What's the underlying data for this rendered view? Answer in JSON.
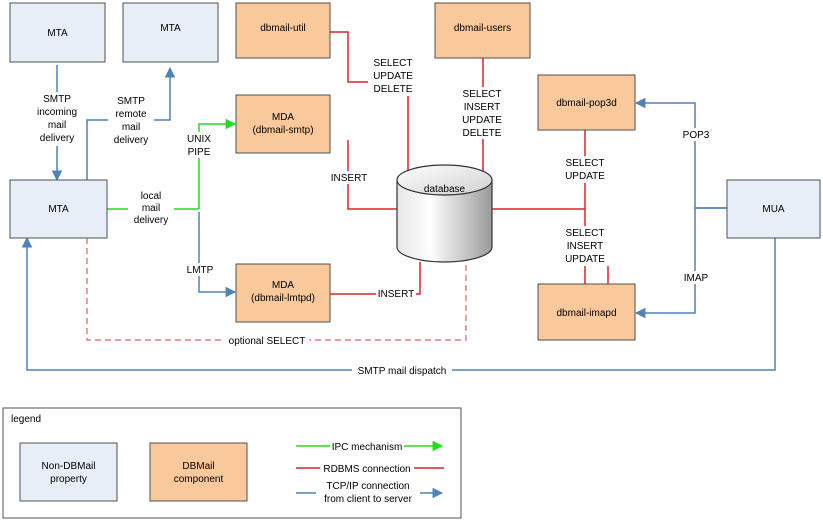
{
  "colors": {
    "non_dbmail_fill": "#E8EEF8",
    "dbmail_fill": "#F9C89B",
    "box_stroke": "#505050",
    "ipc": "#22DD22",
    "rdbms": "#E0202A",
    "tcpip": "#4F81BD",
    "optional": "#E56060"
  },
  "nodes": {
    "mta_top_left": "MTA",
    "mta_top_mid": "MTA",
    "mta_main": "MTA",
    "dbmail_util": "dbmail-util",
    "dbmail_users": "dbmail-users",
    "mda_smtp": [
      "MDA",
      "(dbmail-smtp)"
    ],
    "mda_lmtpd": [
      "MDA",
      "(dbmail-lmtpd)"
    ],
    "database": "database",
    "dbmail_pop3d": "dbmail-pop3d",
    "dbmail_imapd": "dbmail-imapd",
    "mua": "MUA"
  },
  "edge_labels": {
    "smtp_incoming": [
      "SMTP",
      "incoming",
      "mail",
      "delivery"
    ],
    "smtp_remote": [
      "SMTP",
      "remote",
      "mail",
      "delivery"
    ],
    "local_mail": [
      "local",
      "mail",
      "delivery"
    ],
    "unix_pipe": [
      "UNIX",
      "PIPE"
    ],
    "lmtp": "LMTP",
    "util_ops": [
      "SELECT",
      "UPDATE",
      "DELETE"
    ],
    "users_ops": [
      "SELECT",
      "INSERT",
      "UPDATE",
      "DELETE"
    ],
    "insert_smtp": "INSERT",
    "insert_lmtpd": "INSERT",
    "pop3_ops": [
      "SELECT",
      "UPDATE"
    ],
    "imap_ops": [
      "SELECT",
      "INSERT",
      "UPDATE"
    ],
    "pop3": "POP3",
    "imap": "IMAP",
    "optional_select": "optional SELECT",
    "smtp_dispatch": "SMTP mail dispatch"
  },
  "legend": {
    "title": "legend",
    "non_dbmail": [
      "Non-DBMail",
      "property"
    ],
    "dbmail": [
      "DBMail",
      "component"
    ],
    "ipc": "IPC mechanism",
    "rdbms": "RDBMS connection",
    "tcpip": [
      "TCP/IP connection",
      "from client to server"
    ]
  }
}
